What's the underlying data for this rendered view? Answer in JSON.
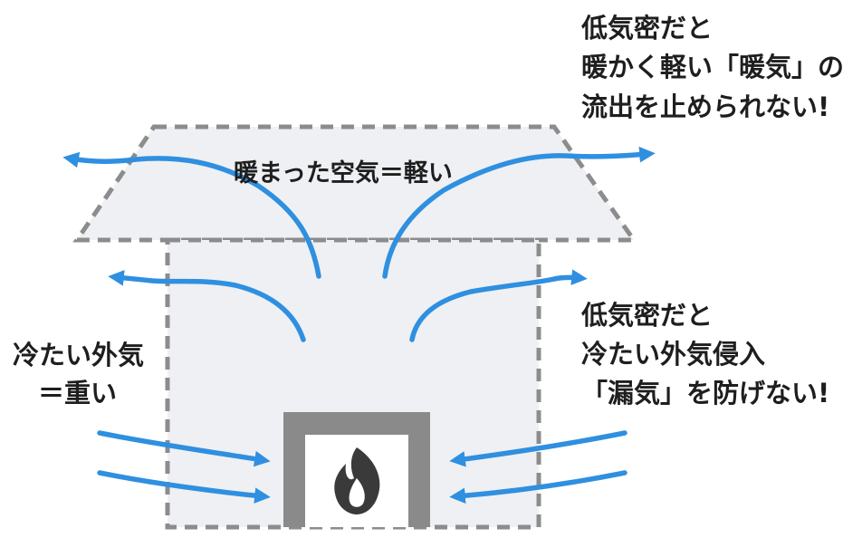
{
  "labels": {
    "top_right": [
      "低気密だと",
      "暖かく軽い「暖気」の",
      "流出を止められない!"
    ],
    "roof": "暖まった空気＝軽い",
    "right_middle": [
      "低気密だと",
      "冷たい外気侵入",
      "「漏気」を防げない!"
    ],
    "left_middle": [
      "冷たい外気",
      "＝重い"
    ]
  },
  "icons": {
    "heater": "flame-icon"
  },
  "colors": {
    "arrow": "#2f8fe0",
    "house_fill": "#eef0f3",
    "dashed_outline": "#8c8c8c",
    "heater_frame": "#8a8a8a",
    "flame": "#3a3a3a",
    "text": "#1e1e1e"
  }
}
